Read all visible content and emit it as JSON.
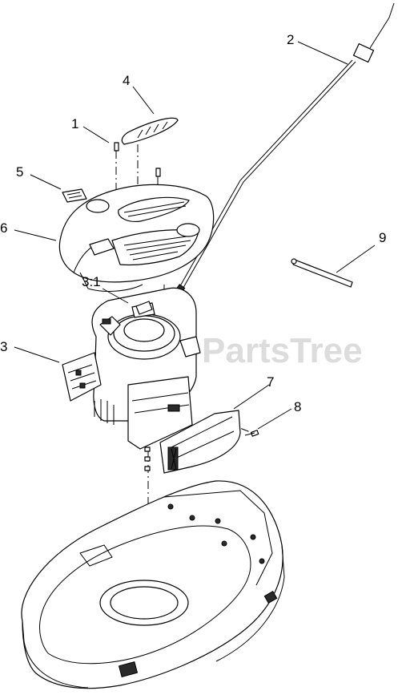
{
  "diagram": {
    "watermark": "PartsTree",
    "callouts": [
      {
        "id": "c1",
        "text": "1"
      },
      {
        "id": "c2",
        "text": "2"
      },
      {
        "id": "c3",
        "text": "3"
      },
      {
        "id": "c31",
        "text": "3:1"
      },
      {
        "id": "c4",
        "text": "4"
      },
      {
        "id": "c5",
        "text": "5"
      },
      {
        "id": "c6",
        "text": "6"
      },
      {
        "id": "c7",
        "text": "7"
      },
      {
        "id": "c8",
        "text": "8"
      },
      {
        "id": "c9",
        "text": "9"
      }
    ]
  },
  "colors": {
    "line": "#000000",
    "watermark": "#dcdcdc",
    "shade": "#2a2a2a",
    "background": "#ffffff"
  }
}
